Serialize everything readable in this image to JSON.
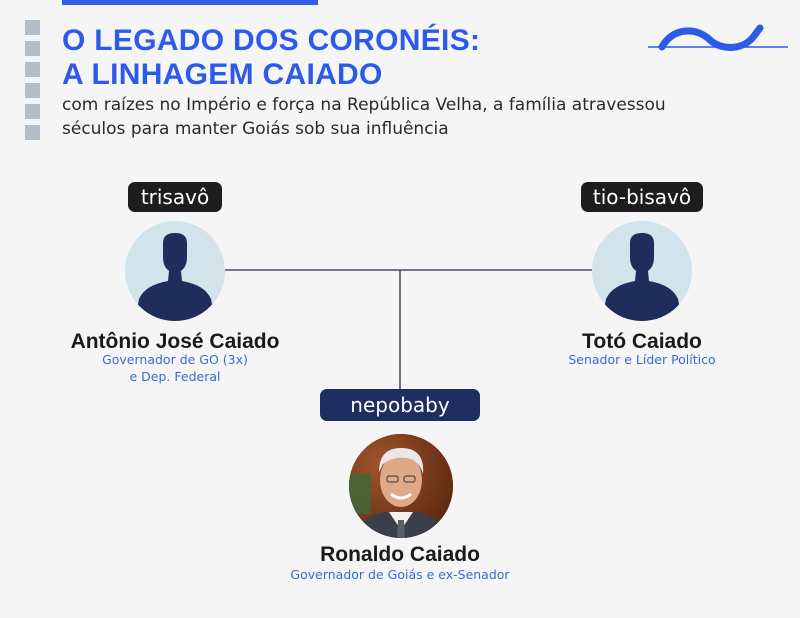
{
  "header": {
    "title_line1": "O LEGADO DOS CORONÉIS:",
    "title_line2": "A LINHAGEM CAIADO",
    "subtitle_line1": "com raízes no Império e força na República Velha, a família atravessou",
    "subtitle_line2": "séculos para manter Goiás sob sua influência"
  },
  "colors": {
    "accent": "#2d5ae8",
    "tag_dark": "#1d1d1f",
    "tag_navy": "#1f2d63",
    "avatar_bg": "#d2e3ec",
    "silhouette": "#1f2d5c",
    "role_text": "#3a6ad6"
  },
  "people": {
    "left": {
      "tag": "trisavô",
      "name": "Antônio José Caiado",
      "role_line1": "Governador de GO (3x)",
      "role_line2": "e Dep. Federal",
      "icon": "person-silhouette-icon"
    },
    "right": {
      "tag": "tio-bisavô",
      "name": "Totó Caiado",
      "role_line1": "Senador e Líder Político",
      "icon": "person-silhouette-icon"
    },
    "center": {
      "tag": "nepobaby",
      "name": "Ronaldo Caiado",
      "role_line1": "Governador de Goiás e ex-Senador",
      "icon": "portrait-photo"
    }
  }
}
